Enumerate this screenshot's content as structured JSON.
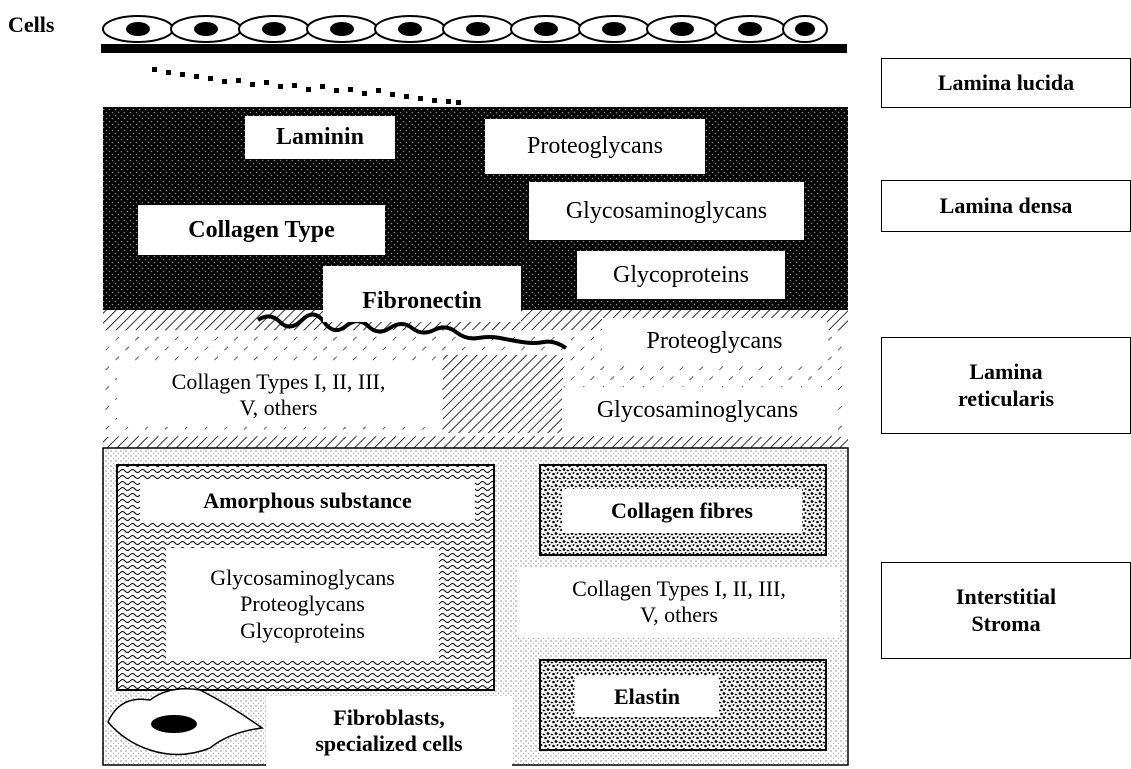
{
  "cells_label": "Cells",
  "layers": {
    "lamina_lucida": "Lamina lucida",
    "lamina_densa": "Lamina densa",
    "lamina_reticularis": "Lamina\nreticularis",
    "interstitial_stroma": "Interstitial\nStroma"
  },
  "densa": {
    "laminin": "Laminin",
    "proteoglycans": "Proteoglycans",
    "glycosaminoglycans": "Glycosaminoglycans",
    "collagen_type": "Collagen Type",
    "glycoproteins": "Glycoproteins",
    "fibronectin": "Fibronectin"
  },
  "reticularis": {
    "proteoglycans": "Proteoglycans",
    "collagen_types": "Collagen Types I,  II, III,\nV, others",
    "glycosaminoglycans": "Glycosaminoglycans"
  },
  "stroma": {
    "amorphous_substance": "Amorphous substance",
    "amorphous_components": "Glycosaminoglycans\nProteoglycans\nGlycoproteins",
    "collagen_fibres": "Collagen fibres",
    "collagen_types": "Collagen Types I,  II, III,\nV, others",
    "elastin": "Elastin",
    "fibroblasts": "Fibroblasts,\nspecialized  cells"
  }
}
